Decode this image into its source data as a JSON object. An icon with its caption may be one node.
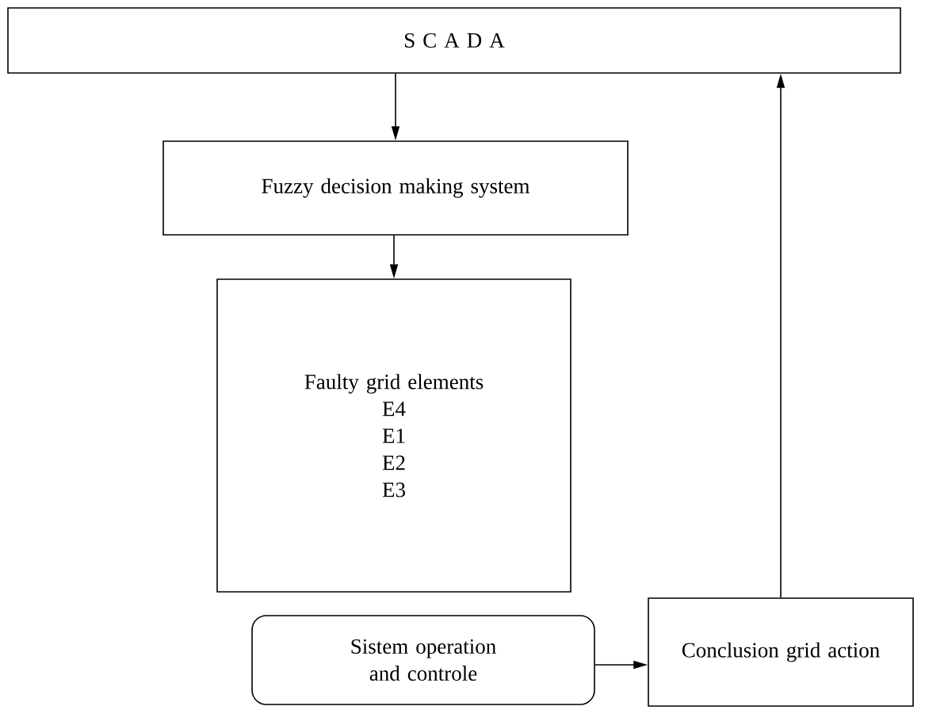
{
  "diagram": {
    "nodes": [
      {
        "text": [
          "S C A D A"
        ]
      },
      {
        "text": [
          "Fuzzy decision making system"
        ]
      },
      {
        "text": [
          "Faulty grid elements",
          "E4",
          "E1",
          "E2",
          "E3"
        ]
      },
      {
        "text": [
          "Sistem operation and controle"
        ]
      },
      {
        "text": [
          "Conclusion grid action"
        ]
      }
    ],
    "edges": [
      {
        "from": 0,
        "to": 1,
        "arrow": "to"
      },
      {
        "from": 1,
        "to": 2,
        "arrow": "to"
      },
      {
        "from": 3,
        "to": 4,
        "arrow": "to"
      },
      {
        "from": 4,
        "to": 0,
        "arrow": "to"
      }
    ]
  }
}
